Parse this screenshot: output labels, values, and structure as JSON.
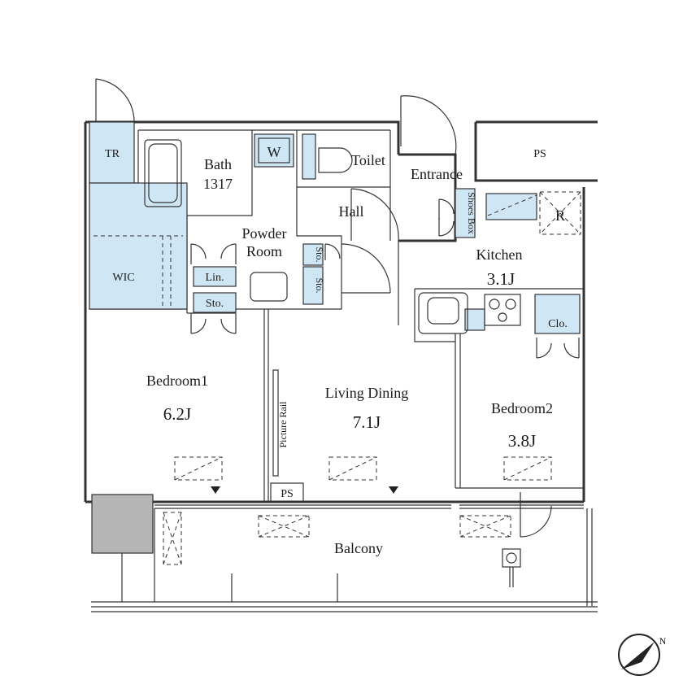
{
  "rooms": {
    "tr": "TR",
    "bath": "Bath",
    "bath_size": "1317",
    "washer": "W",
    "toilet": "Toilet",
    "entrance": "Entrance",
    "ps_top": "PS",
    "hall": "Hall",
    "powder_line1": "Powder",
    "powder_line2": "Room",
    "shoes_box": "Shoes Box",
    "refrigerator": "R",
    "kitchen": "Kitchen",
    "kitchen_size": "3.1J",
    "wic": "WIC",
    "linen": "Lin.",
    "storage": "Sto.",
    "storage_a": "Sto.",
    "storage_b": "Sto.",
    "closet": "Clo.",
    "bedroom1": "Bedroom1",
    "bedroom1_size": "6.2J",
    "living_dining": "Living Dining",
    "living_dining_size": "7.1J",
    "picture_rail": "Picture Rail",
    "bedroom2": "Bedroom2",
    "bedroom2_size": "3.8J",
    "ps_bottom": "PS",
    "balcony": "Balcony",
    "north": "N"
  },
  "colors": {
    "storage_fill": "#cfe6f5",
    "wall": "#333333",
    "outdoor_unit": "#b5b5b5"
  }
}
